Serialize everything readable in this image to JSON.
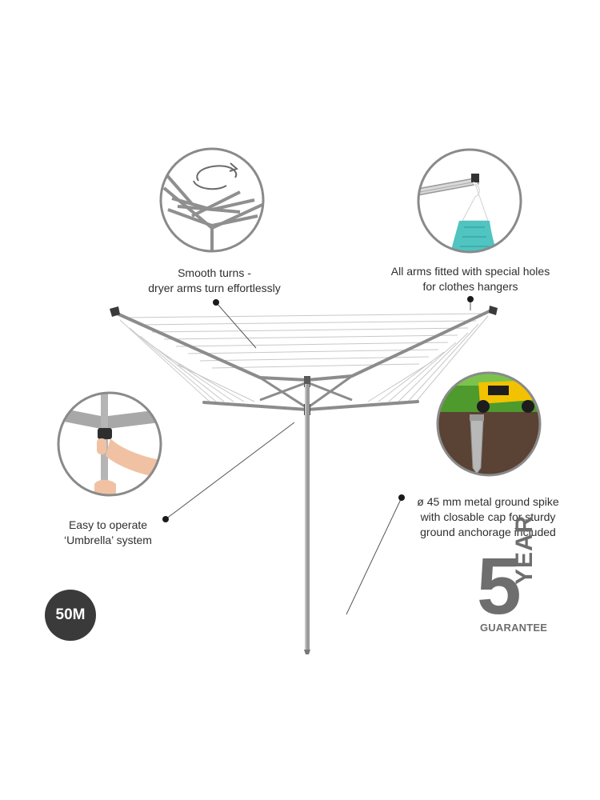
{
  "captions": {
    "smooth_turns": {
      "line1": "Smooth turns -",
      "line2": "dryer arms turn effortlessly"
    },
    "hanger_holes": {
      "line1": "All arms fitted with special holes",
      "line2": "for clothes hangers"
    },
    "umbrella": {
      "line1": "Easy to operate",
      "line2": "‘Umbrella’ system"
    },
    "ground_spike": {
      "line1": "ø 45 mm metal ground spike",
      "line2": "with closable cap for sturdy",
      "line3": "ground anchorage included"
    }
  },
  "badge": {
    "label": "50M"
  },
  "guarantee": {
    "number": "5",
    "word": "YEAR",
    "label": "GUARANTEE"
  },
  "colors": {
    "frame": "#8c8c8c",
    "line": "#c8c8c8",
    "badge_bg": "#3a3a3a",
    "guarantee_text": "#6e6e6e",
    "circle_border": "#8a8a8a",
    "towel": "#4fc4c0",
    "mower": "#f2c200",
    "grass": "#4e9a2c",
    "soil": "#5a4234"
  },
  "icons": {
    "rotate": "rotate-arrows-icon",
    "hanger": "hanger-icon",
    "hand": "hand-icon",
    "spike": "ground-spike-icon",
    "mower": "lawn-mower-icon"
  }
}
